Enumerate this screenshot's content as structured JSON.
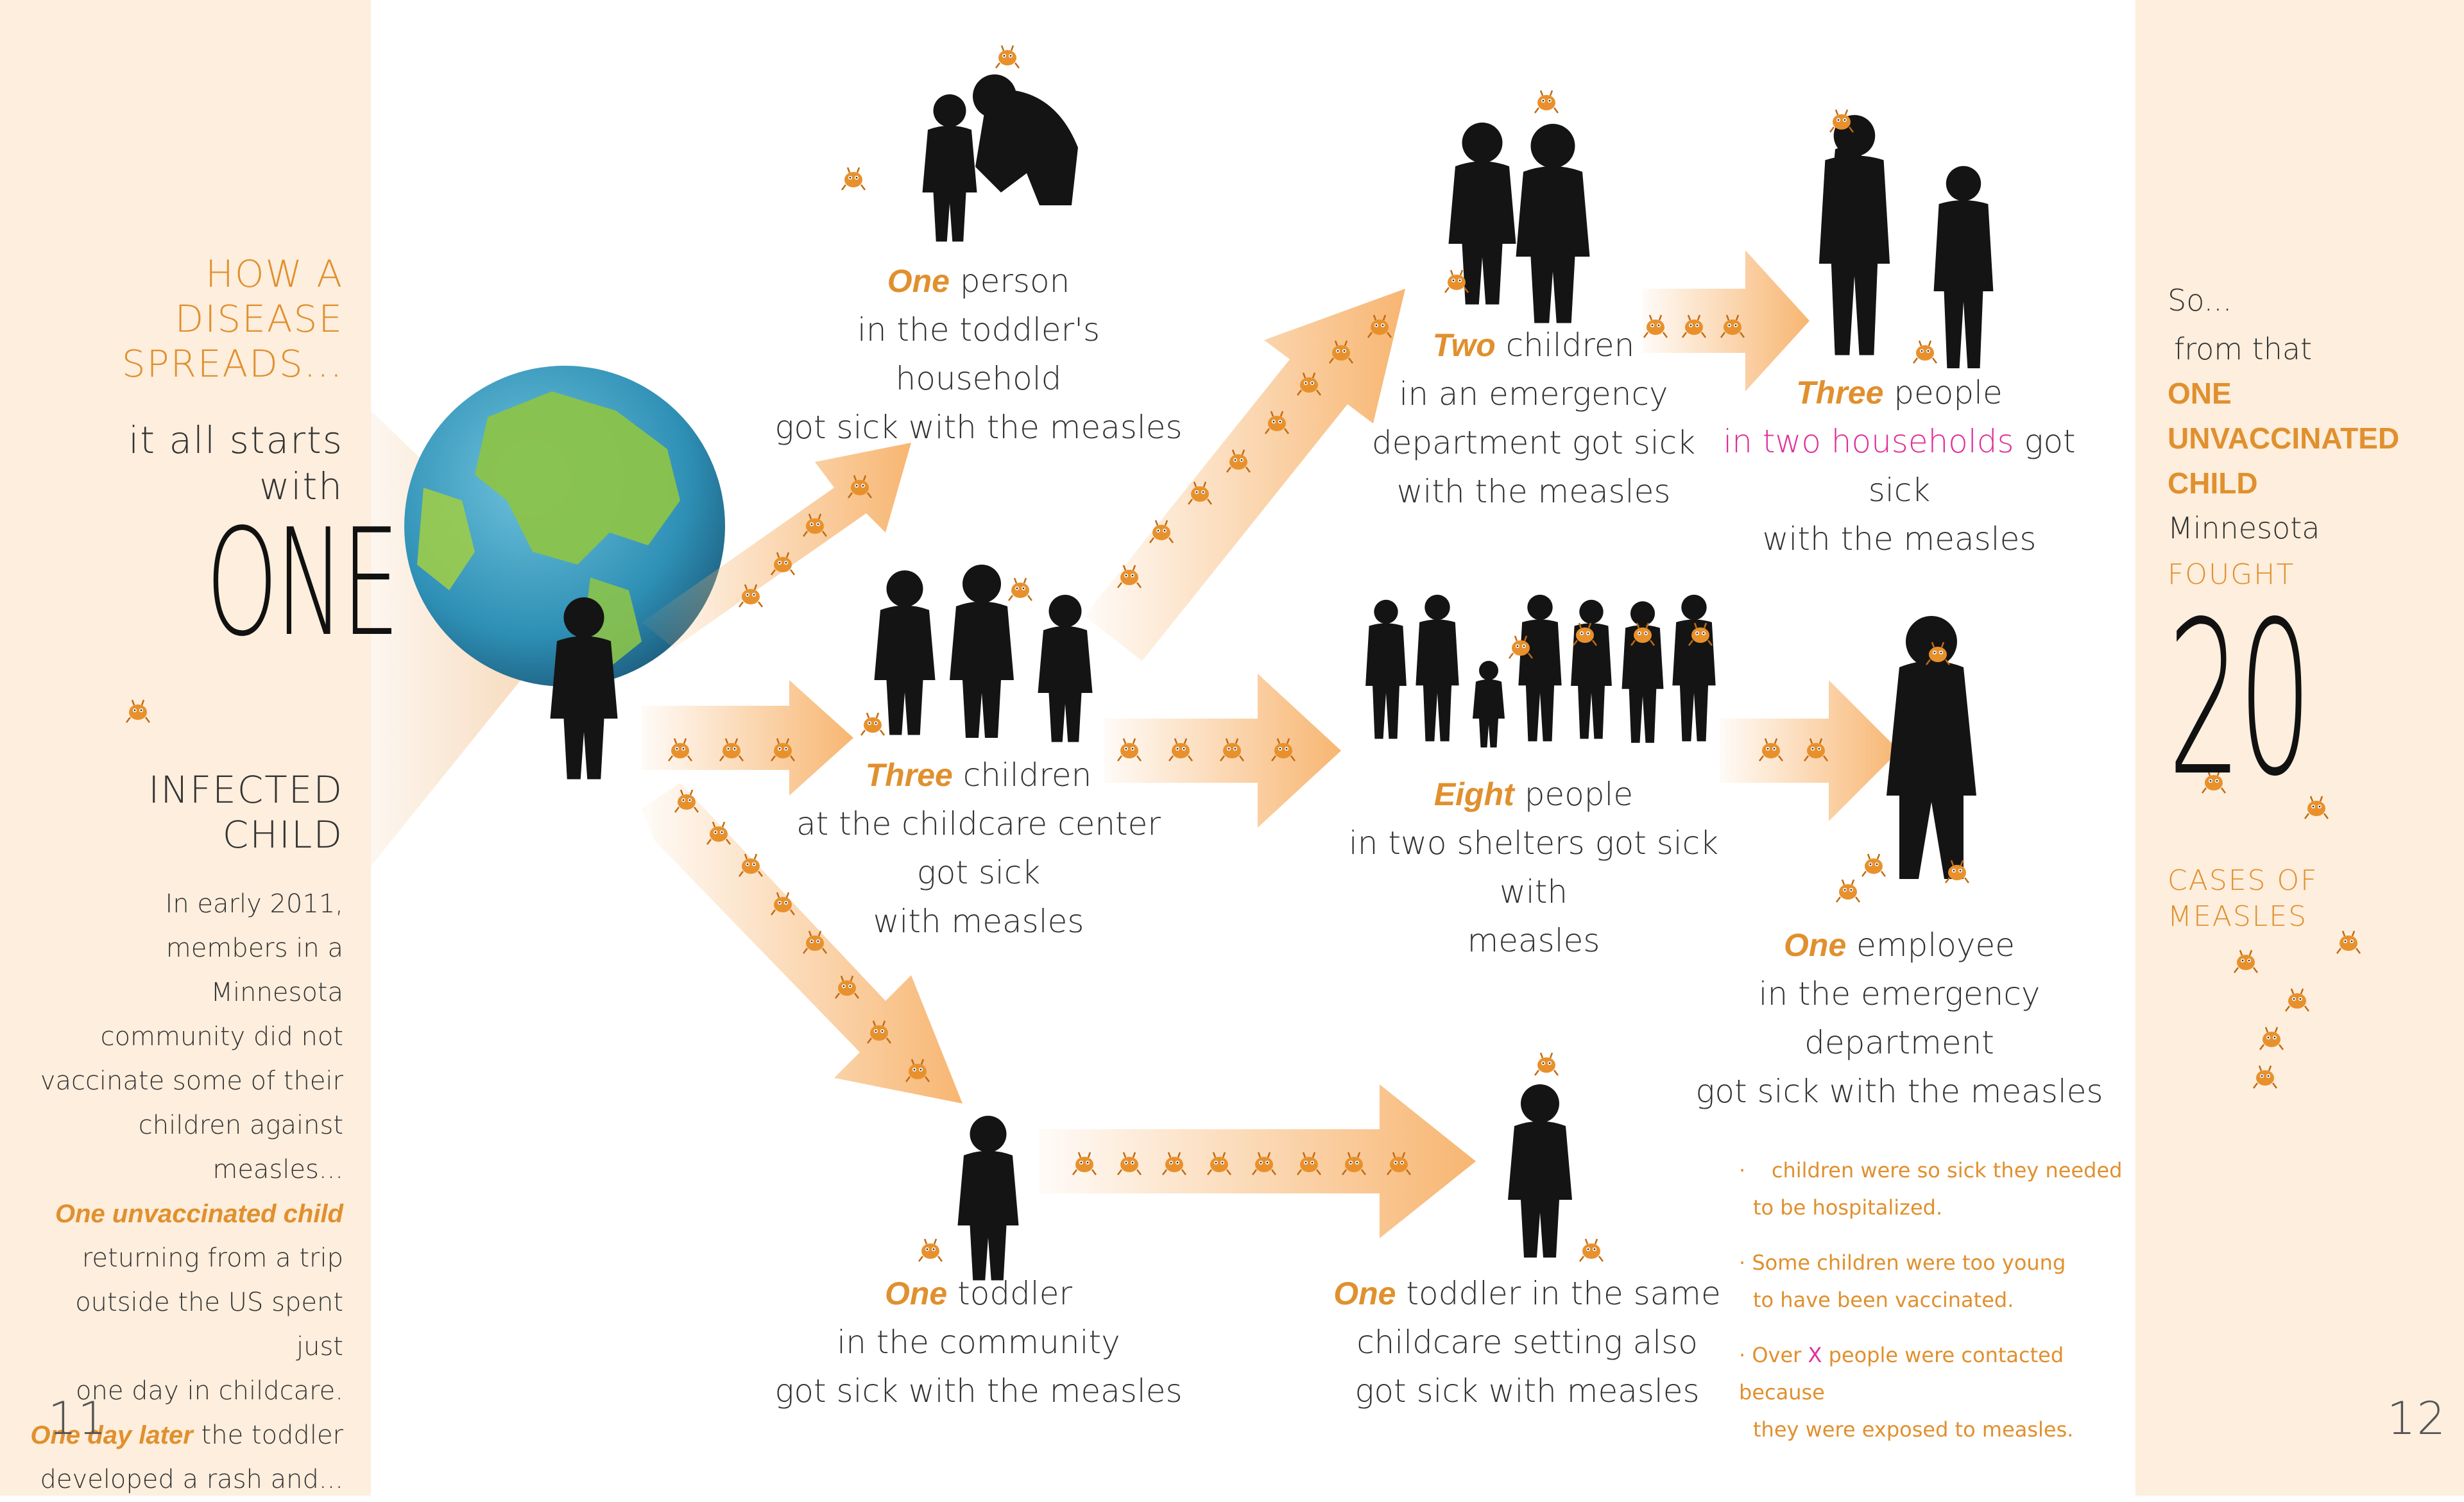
{
  "left_panel": {
    "title_lines": [
      "HOW A",
      "DISEASE",
      "SPREADS..."
    ],
    "starts_lines": [
      "it all starts",
      "with"
    ],
    "one_word": "ONE",
    "infected_lines": [
      "INFECTED",
      "CHILD"
    ],
    "story": {
      "line1": "In early 2011,",
      "line2": "members in a Minnesota",
      "line3": "community did not",
      "line4": "vaccinate some of their",
      "line5": "children against measles...",
      "line6": "One unvaccinated child",
      "line7": "returning from a trip",
      "line8": "outside the US spent just",
      "line9": "one day in childcare.",
      "line10_em": "One day later",
      "line10_rest": " the toddler",
      "line11": "developed a rash and..."
    },
    "page_number": "11"
  },
  "right_panel": {
    "lines": [
      "So...",
      "from that"
    ],
    "one_unvaccinated": [
      "ONE",
      "UNVACCINATED",
      "CHILD"
    ],
    "minnesota": "Minnesota",
    "fought": "FOUGHT",
    "big_number": "20",
    "cases_lines": [
      "CASES OF",
      "MEASLES"
    ],
    "page_number": "12"
  },
  "nodes": {
    "household": {
      "em": "One",
      "rest": " person",
      "lines": [
        "in the toddler's household",
        "got sick with the measles"
      ]
    },
    "childcare": {
      "em": "Three",
      "rest": " children",
      "lines": [
        "at the childcare center",
        "got sick",
        "with measles"
      ]
    },
    "toddler_community": {
      "em": "One",
      "rest": " toddler",
      "lines": [
        "in the community",
        "got sick with the measles"
      ]
    },
    "emergency_children": {
      "em": "Two",
      "rest": " children",
      "lines": [
        "in an emergency",
        "department got sick",
        "with the measles"
      ]
    },
    "three_people": {
      "em": "Three",
      "rest": " people",
      "pink": "in two households",
      "pink_rest": " got sick",
      "lines": [
        "with the measles"
      ]
    },
    "shelters": {
      "em": "Eight",
      "rest": " people",
      "lines": [
        "in two shelters got sick with",
        "measles"
      ]
    },
    "employee": {
      "em": "One",
      "rest": " employee",
      "lines": [
        "in the emergency  department",
        "got sick with the measles"
      ]
    },
    "same_childcare": {
      "em": "One",
      "rest": " toddler in the same",
      "lines": [
        "childcare setting also",
        "got sick with measles"
      ]
    }
  },
  "bullets": {
    "b1": [
      "children were so sick they needed",
      "to be hospitalized."
    ],
    "b2": [
      "Some children were too young",
      "to have been vaccinated."
    ],
    "b3_pre": "Over ",
    "b3_x": "X",
    "b3_post": " people were contacted because",
    "b3_line2": "they were exposed to measles."
  },
  "colors": {
    "accent": "#e0902e",
    "panel": "#fdeedd",
    "arrow": "#f7b26a",
    "silhouette": "#141414",
    "pink": "#e0309a"
  }
}
